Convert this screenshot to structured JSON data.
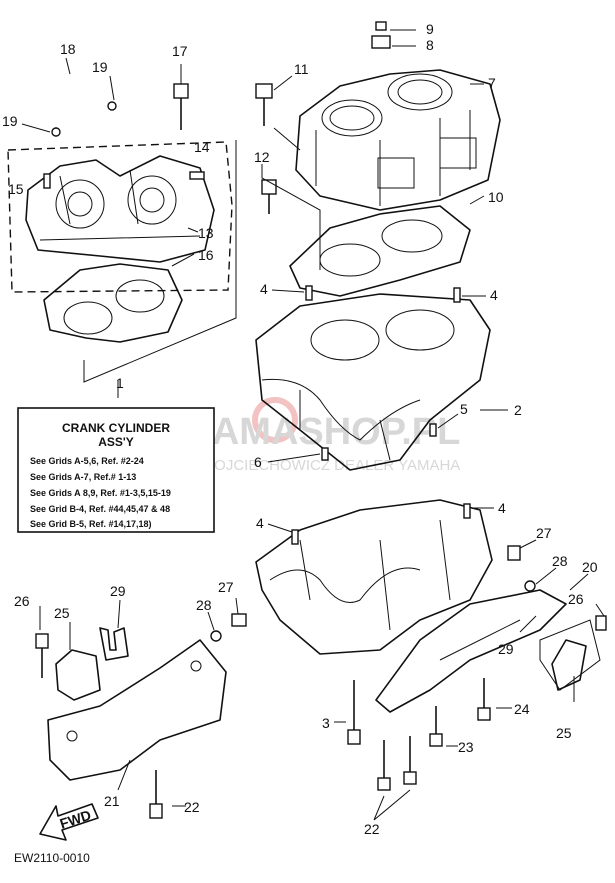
{
  "watermark": {
    "brand": "YAMASHOP.PL",
    "tagline": "WOJCIECHOWICZ DEALER YAMAHA"
  },
  "info_box": {
    "title_line1": "CRANK CYLINDER",
    "title_line2": "ASS'Y",
    "lines": [
      "See Grids A-5,6, Ref. #2-24",
      "See Grids A-7, Ref.# 1-13",
      "See Grids A 8,9, Ref. #1-3,5,15-19",
      "See Grid B-4, Ref. #44,45,47 & 48",
      "See Grid B-5, Ref. #14,17,18)"
    ]
  },
  "callouts": [
    "1",
    "2",
    "3",
    "4",
    "4",
    "4",
    "4",
    "5",
    "6",
    "7",
    "8",
    "9",
    "10",
    "11",
    "12",
    "13",
    "14",
    "15",
    "16",
    "17",
    "18",
    "19",
    "19",
    "20",
    "21",
    "22",
    "22",
    "23",
    "24",
    "25",
    "25",
    "26",
    "26",
    "27",
    "27",
    "28",
    "28",
    "29",
    "29"
  ],
  "fwd_label": "FWD",
  "drawing_code": "EW2110-0010"
}
